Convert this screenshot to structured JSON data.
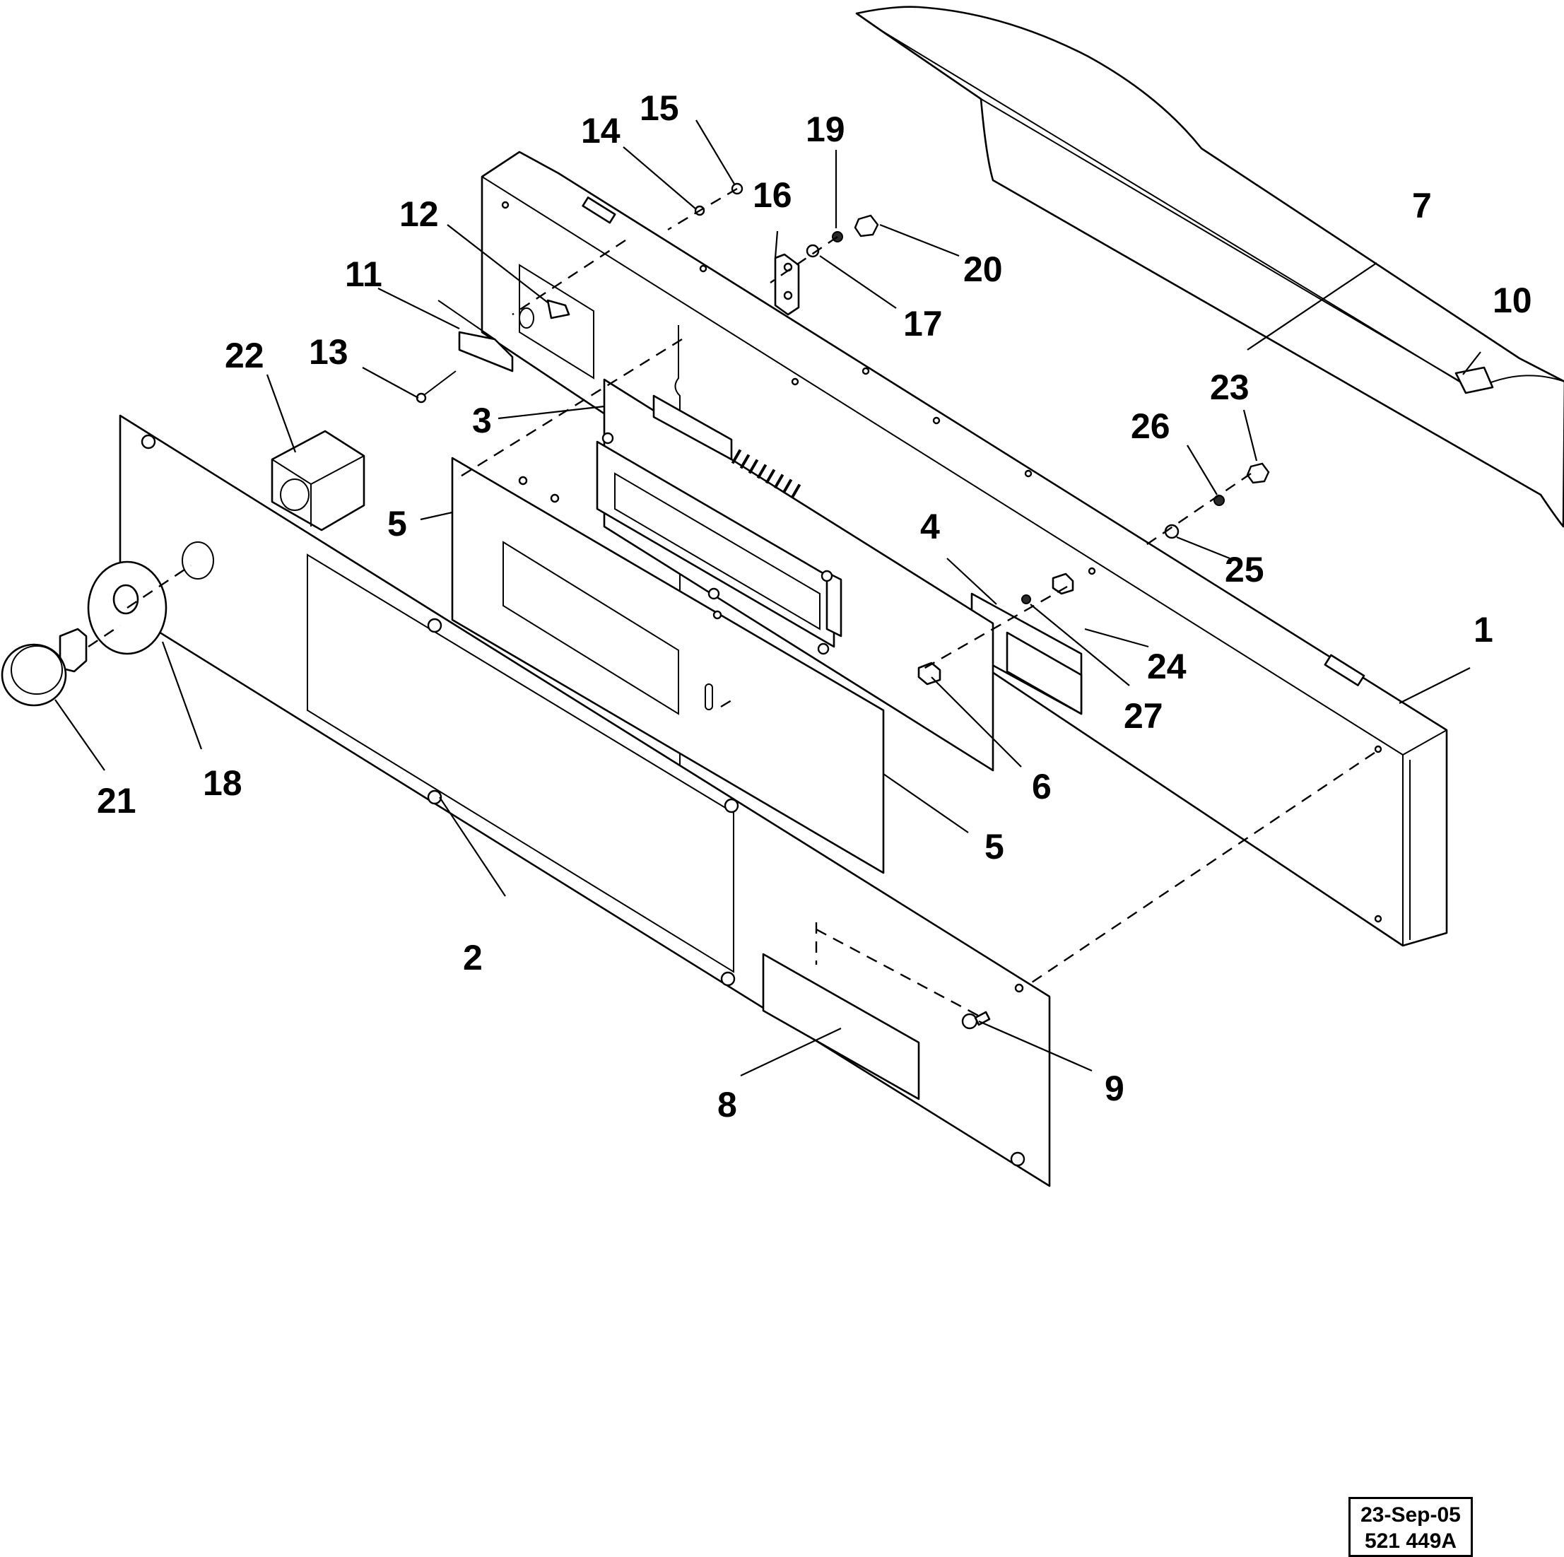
{
  "callouts": [
    {
      "id": "1",
      "text": "1"
    },
    {
      "id": "2",
      "text": "2"
    },
    {
      "id": "3",
      "text": "3"
    },
    {
      "id": "4",
      "text": "4"
    },
    {
      "id": "5a",
      "text": "5"
    },
    {
      "id": "5b",
      "text": "5"
    },
    {
      "id": "6",
      "text": "6"
    },
    {
      "id": "7",
      "text": "7"
    },
    {
      "id": "8",
      "text": "8"
    },
    {
      "id": "9",
      "text": "9"
    },
    {
      "id": "10",
      "text": "10"
    },
    {
      "id": "11",
      "text": "11"
    },
    {
      "id": "12",
      "text": "12"
    },
    {
      "id": "13",
      "text": "13"
    },
    {
      "id": "14",
      "text": "14"
    },
    {
      "id": "15",
      "text": "15"
    },
    {
      "id": "16",
      "text": "16"
    },
    {
      "id": "17",
      "text": "17"
    },
    {
      "id": "18",
      "text": "18"
    },
    {
      "id": "19",
      "text": "19"
    },
    {
      "id": "20",
      "text": "20"
    },
    {
      "id": "21",
      "text": "21"
    },
    {
      "id": "22",
      "text": "22"
    },
    {
      "id": "23",
      "text": "23"
    },
    {
      "id": "24",
      "text": "24"
    },
    {
      "id": "25",
      "text": "25"
    },
    {
      "id": "26",
      "text": "26"
    },
    {
      "id": "27",
      "text": "27"
    }
  ],
  "stamp": {
    "date": "23-Sep-05",
    "drawing_number": "521 449A"
  }
}
